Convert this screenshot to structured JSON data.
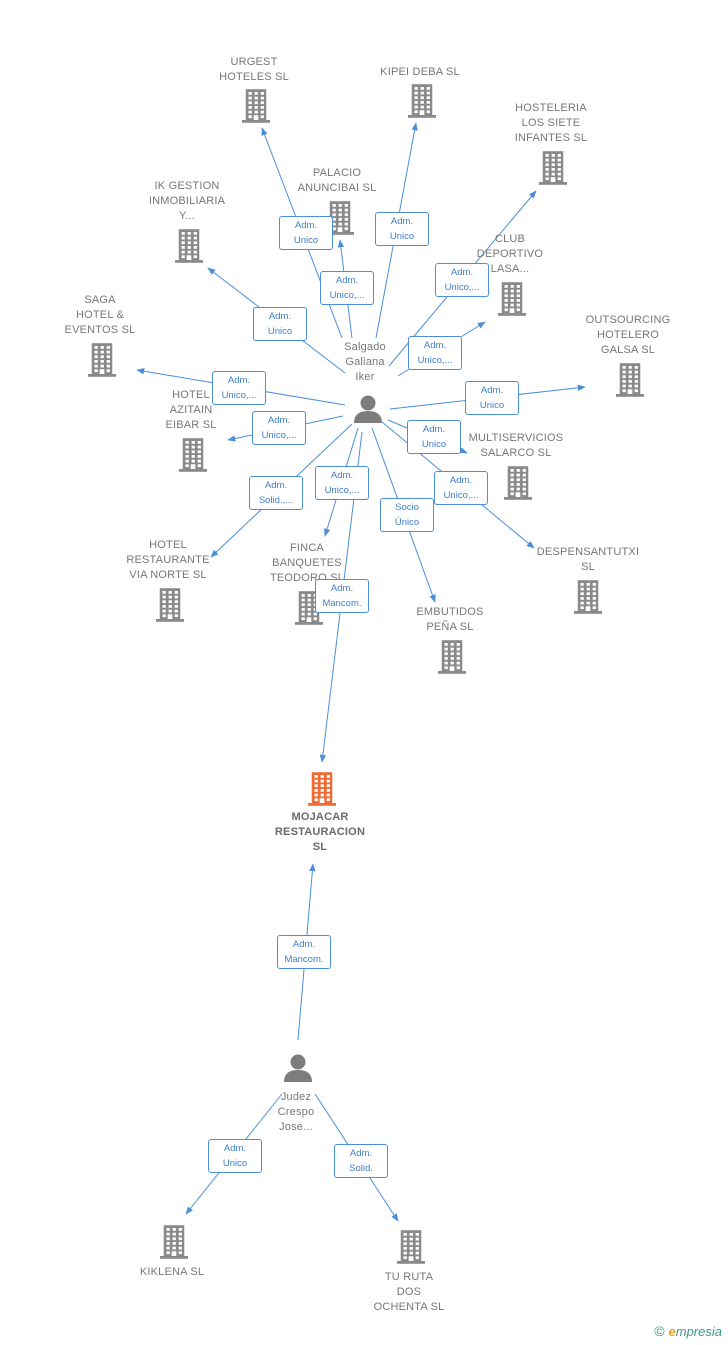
{
  "colors": {
    "building": "#8a8a8a",
    "building_main": "#f06a35",
    "person": "#7d7d7d",
    "edge": "#4a8fd8",
    "label_text": "#3d7fc9"
  },
  "nodes": [
    {
      "id": "urgest",
      "type": "company",
      "label": "URGEST\nHOTELES  SL"
    },
    {
      "id": "kipei",
      "type": "company",
      "label": "KIPEI DEBA  SL"
    },
    {
      "id": "hosteleria",
      "type": "company",
      "label": "HOSTELERIA\nLOS SIETE\nINFANTES  SL"
    },
    {
      "id": "ikgestion",
      "type": "company",
      "label": "IK GESTION\nINMOBILIARIA\nY..."
    },
    {
      "id": "palacio",
      "type": "company",
      "label": "PALACIO\nANUNCIBAI SL"
    },
    {
      "id": "club",
      "type": "company",
      "label": "CLUB\nDEPORTIVO\nLASA..."
    },
    {
      "id": "saga",
      "type": "company",
      "label": "SAGA\nHOTEL &\nEVENTOS  SL"
    },
    {
      "id": "outsourcing",
      "type": "company",
      "label": "OUTSOURCING\nHOTELERO\nGALSA  SL"
    },
    {
      "id": "azitain",
      "type": "company",
      "label": "HOTEL\nAZITAIN\nEIBAR  SL"
    },
    {
      "id": "multiservicios",
      "type": "company",
      "label": "MULTISERVICIOS\nSALARCO  SL"
    },
    {
      "id": "vianorte",
      "type": "company",
      "label": "HOTEL\nRESTAURANTE\nVIA NORTE  SL"
    },
    {
      "id": "finca",
      "type": "company",
      "label": "FINCA\nBANQUETES\nTEODORO  SL"
    },
    {
      "id": "despensa",
      "type": "company",
      "label": "DESPENSANTUTXI\nSL"
    },
    {
      "id": "embutidos",
      "type": "company",
      "label": "EMBUTIDOS\nPEÑA SL"
    },
    {
      "id": "mojacar",
      "type": "main",
      "label": "MOJACAR\nRESTAURACION\nSL"
    },
    {
      "id": "kiklena",
      "type": "company",
      "label": "KIKLENA  SL"
    },
    {
      "id": "turuta",
      "type": "company",
      "label": "TU RUTA\nDOS\nOCHENTA SL"
    },
    {
      "id": "salgado",
      "type": "person",
      "label": "Salgado\nGaliana\nIker"
    },
    {
      "id": "judez",
      "type": "person",
      "label": "Judez\nCrespo\nJose..."
    }
  ],
  "edges": [
    {
      "from": "salgado",
      "to": "urgest",
      "label": "Adm.\nUnico"
    },
    {
      "from": "salgado",
      "to": "kipei",
      "label": "Adm.\nUnico"
    },
    {
      "from": "salgado",
      "to": "hosteleria",
      "label": "Adm.\nUnico,..."
    },
    {
      "from": "salgado",
      "to": "ikgestion",
      "label": "Adm.\nUnico"
    },
    {
      "from": "salgado",
      "to": "palacio",
      "label": "Adm.\nUnico,..."
    },
    {
      "from": "salgado",
      "to": "club",
      "label": "Adm.\nUnico,..."
    },
    {
      "from": "salgado",
      "to": "saga",
      "label": "Adm.\nUnico,..."
    },
    {
      "from": "salgado",
      "to": "outsourcing",
      "label": "Adm.\nUnico"
    },
    {
      "from": "salgado",
      "to": "azitain",
      "label": "Adm.\nUnico,..."
    },
    {
      "from": "salgado",
      "to": "multiservicios",
      "label": "Adm.\nUnico"
    },
    {
      "from": "salgado",
      "to": "vianorte",
      "label": "Adm.\nSolid.,..."
    },
    {
      "from": "salgado",
      "to": "finca",
      "label": "Adm.\nUnico,..."
    },
    {
      "from": "salgado",
      "to": "despensa",
      "label": "Adm.\nUnico,..."
    },
    {
      "from": "salgado",
      "to": "embutidos",
      "label": "Socio\nÚnico"
    },
    {
      "from": "salgado",
      "to": "mojacar",
      "label": "Adm.\nMancom."
    },
    {
      "from": "judez",
      "to": "mojacar",
      "label": "Adm.\nMancom."
    },
    {
      "from": "judez",
      "to": "kiklena",
      "label": "Adm.\nUnico"
    },
    {
      "from": "judez",
      "to": "turuta",
      "label": "Adm.\nSolid."
    }
  ],
  "brand": {
    "copyright": "©",
    "name_initial": "e",
    "name_rest": "mpresia"
  }
}
